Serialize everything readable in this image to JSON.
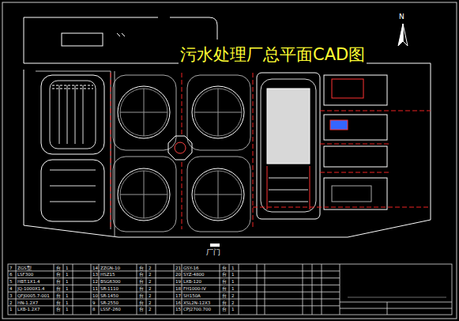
{
  "diagram": {
    "title": "污水处理厂总平面CAD图",
    "labels": [
      "N",
      "厂门",
      "7",
      "ZGS型",
      "台",
      "1",
      "14",
      "ZZGN-10",
      "台",
      "2",
      "21",
      "GSY-16",
      "台",
      "1",
      "6",
      "LSF300",
      "台",
      "1",
      "13",
      "HSZ15",
      "台",
      "2",
      "20",
      "SYZ-4800",
      "台",
      "1",
      "5",
      "HBT.1X1.4",
      "台",
      "1",
      "12",
      "BSG6300",
      "台",
      "2",
      "19",
      "LXB-120",
      "台",
      "1",
      "4",
      "JQ-1000X1.4",
      "台",
      "1",
      "11",
      "SR-1110",
      "台",
      "2",
      "18",
      "FH1000-IV",
      "台",
      "1",
      "3",
      "QFJ0005.7-001",
      "台",
      "1",
      "10",
      "SR-1450",
      "台",
      "2",
      "17",
      "SH150A",
      "台",
      "2",
      "2",
      "HN-1.2X7",
      "台",
      "1",
      "9",
      "SR-2550",
      "台",
      "2",
      "16",
      "XSL2N-12X3",
      "台",
      "2",
      "1",
      "LXB-1.2X7",
      "台",
      "1",
      "8",
      "LSSF-260",
      "台",
      "2",
      "15",
      "CPJ2700.700",
      "台",
      "1"
    ]
  }
}
